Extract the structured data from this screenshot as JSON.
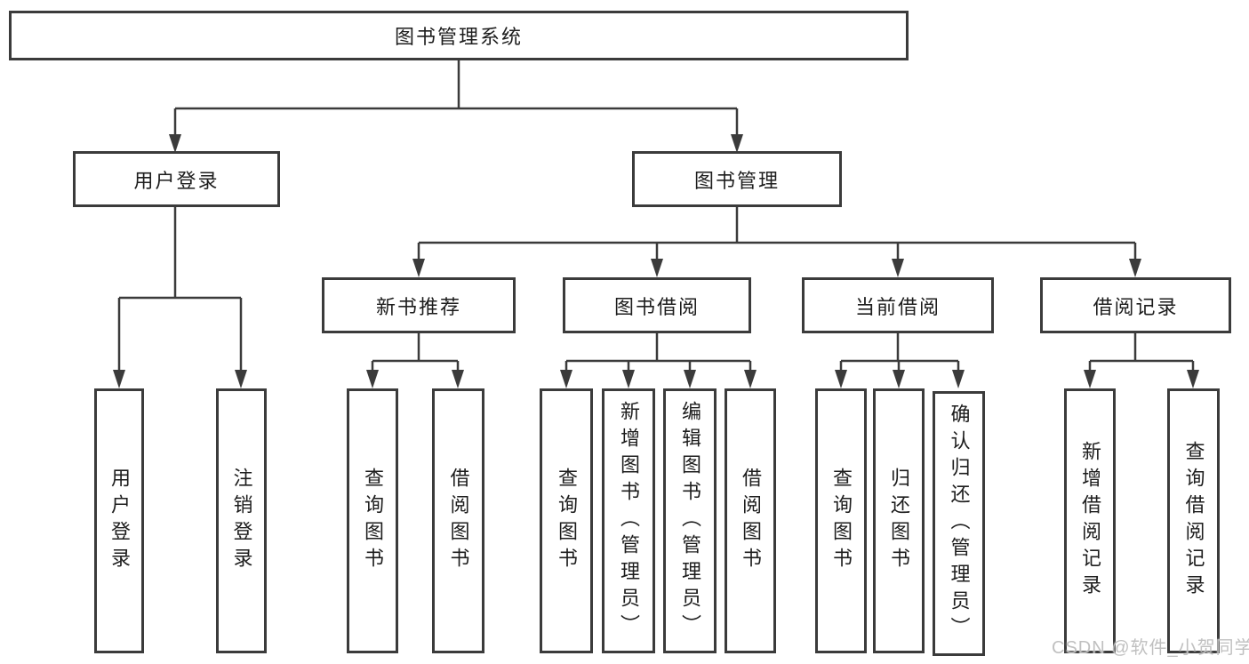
{
  "diagram_type": "hierarchy-tree",
  "tree": {
    "root": {
      "label": "图书管理系统"
    },
    "branches": [
      {
        "label": "用户登录",
        "children": [
          {
            "label": "用户登录"
          },
          {
            "label": "注销登录"
          }
        ]
      },
      {
        "label": "图书管理",
        "children": [
          {
            "label": "新书推荐",
            "children": [
              {
                "label": "查询图书"
              },
              {
                "label": "借阅图书"
              }
            ]
          },
          {
            "label": "图书借阅",
            "children": [
              {
                "label": "查询图书"
              },
              {
                "label": "新增图书（管理员）"
              },
              {
                "label": "编辑图书（管理员）"
              },
              {
                "label": "借阅图书"
              }
            ]
          },
          {
            "label": "当前借阅",
            "children": [
              {
                "label": "查询图书"
              },
              {
                "label": "归还图书"
              },
              {
                "label": "确认归还（管理员）"
              }
            ]
          },
          {
            "label": "借阅记录",
            "children": [
              {
                "label": "新增借阅记录"
              },
              {
                "label": "查询借阅记录"
              }
            ]
          }
        ]
      }
    ]
  },
  "watermark": "CSDN @软件_小贺同学",
  "colors": {
    "background": "#ffffff",
    "box_border": "#3b3b3b",
    "line": "#3b3b3b",
    "text": "#1d1d1d",
    "watermark": "#bdbdbd"
  }
}
